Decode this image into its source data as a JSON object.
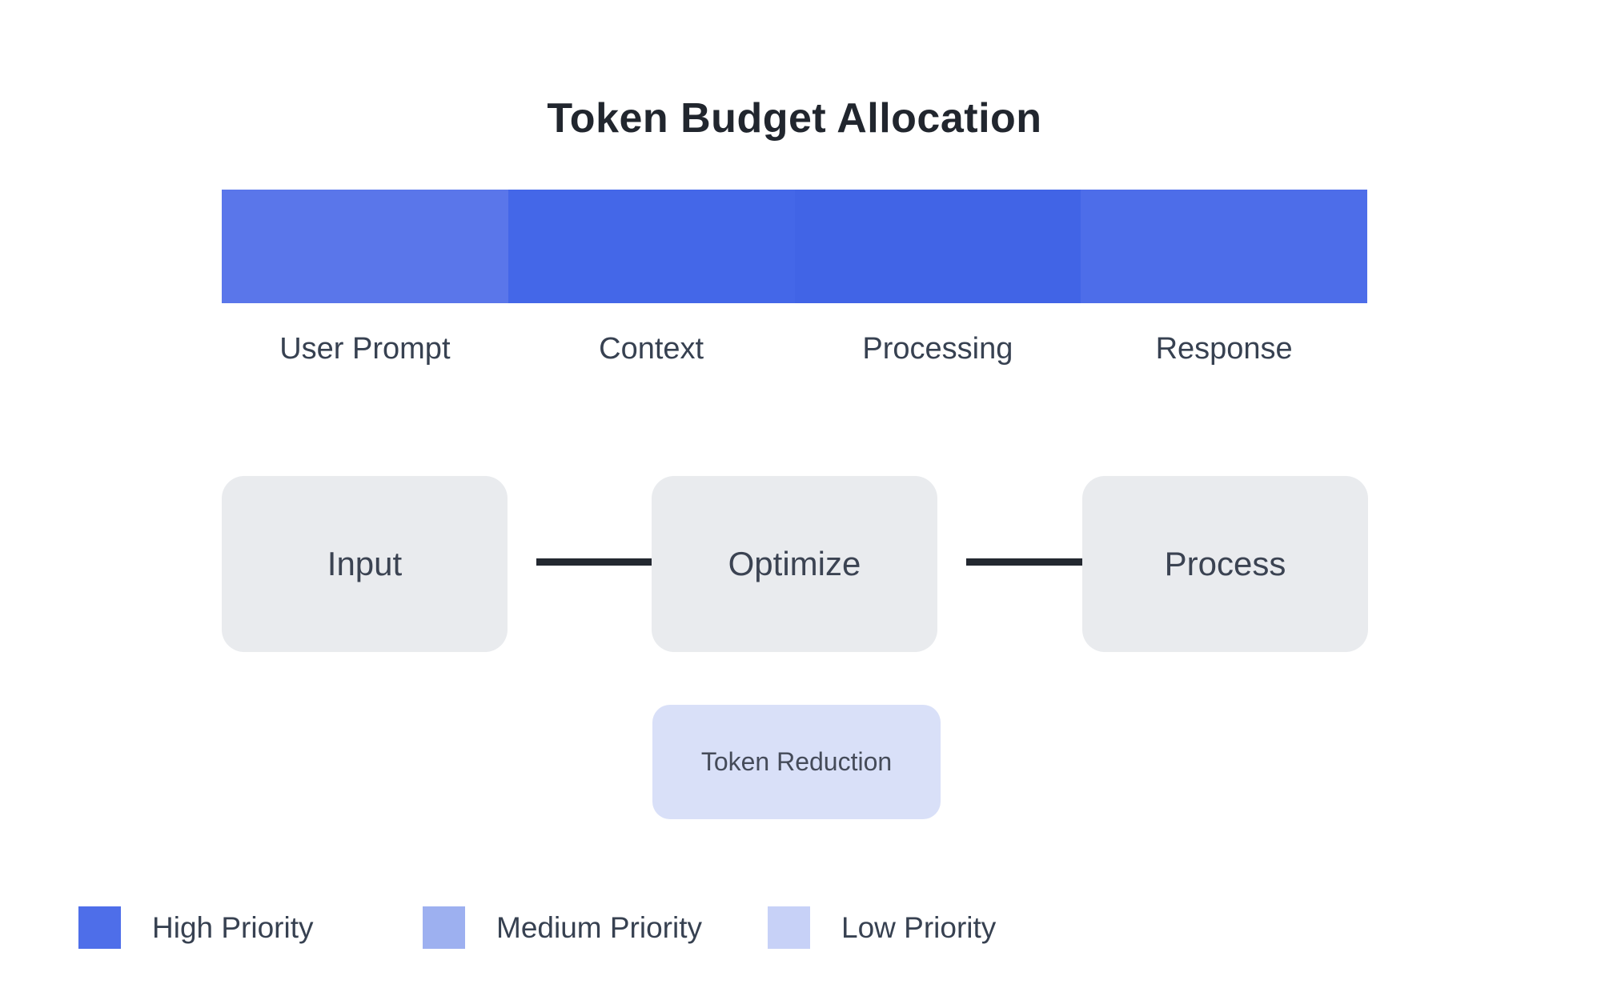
{
  "title": "Token Budget Allocation",
  "colors": {
    "background": "#ffffff",
    "title_text": "#21262e",
    "segment_label_text": "#374151",
    "node_fill": "#e9ebee",
    "node_text": "#3b4352",
    "connector": "#232830",
    "sub_node_fill": "#d9e0f8",
    "sub_node_text": "#454b59"
  },
  "chart_data": {
    "type": "bar",
    "title": "Token Budget Allocation",
    "categories": [
      "User Prompt",
      "Context",
      "Processing",
      "Response"
    ],
    "values": [
      25,
      25,
      25,
      25
    ],
    "note": "single horizontal stacked bar, four equal segments",
    "segment_colors": [
      "#5a76ea",
      "#4467e8",
      "#4164e6",
      "#4d6de9"
    ]
  },
  "allocation_bar": {
    "segments": [
      {
        "label": "User Prompt",
        "color": "#5a76ea"
      },
      {
        "label": "Context",
        "color": "#4467e8"
      },
      {
        "label": "Processing",
        "color": "#4164e6"
      },
      {
        "label": "Response",
        "color": "#4d6de9"
      }
    ]
  },
  "flow": {
    "nodes": [
      {
        "label": "Input"
      },
      {
        "label": "Optimize"
      },
      {
        "label": "Process"
      }
    ],
    "sub_node": {
      "label": "Token Reduction"
    }
  },
  "legend": {
    "items": [
      {
        "label": "High Priority",
        "color": "#4e6ee9"
      },
      {
        "label": "Medium Priority",
        "color": "#9db0f0"
      },
      {
        "label": "Low Priority",
        "color": "#c7d1f7"
      }
    ]
  }
}
